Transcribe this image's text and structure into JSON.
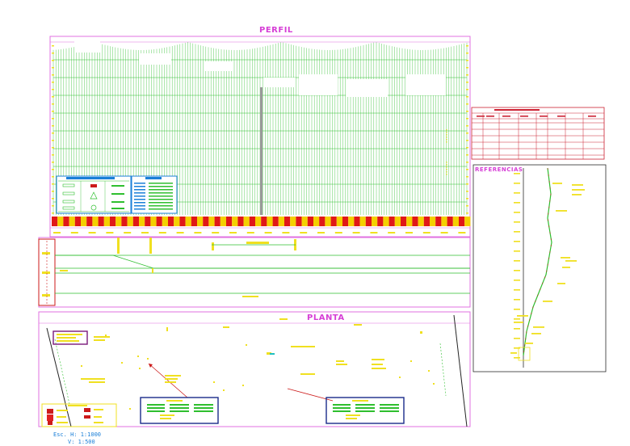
{
  "drawing": {
    "perfil_title": "PERFIL",
    "planta_title": "PLANTA",
    "referencias_title": "REFERENCIAS",
    "table_title": "ESTRUCTURAS DE DRENAJE MENOR",
    "scale_h": "Esc. H: 1:1000",
    "scale_v": "V: 1:500"
  },
  "colors": {
    "frame": "#e070e0",
    "grid": "#2fbf2f",
    "accent_yellow": "#f0e020",
    "accent_red": "#cc1a1a",
    "table_red": "#cc2233",
    "blue": "#1a7fd8",
    "band_red": "#e01818",
    "band_yellow": "#f4d000"
  }
}
